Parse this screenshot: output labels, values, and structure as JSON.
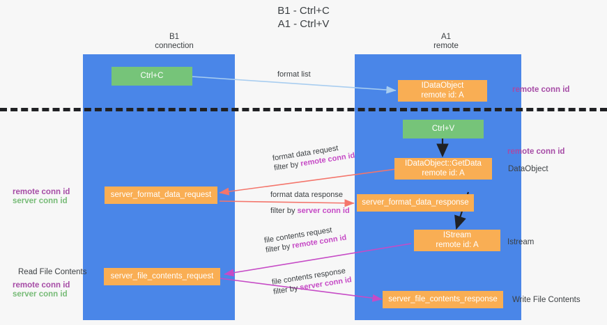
{
  "title": "B1 - Ctrl+C\nA1 - Ctrl+V",
  "columns": [
    {
      "name": "b1",
      "label": "B1\nconnection"
    },
    {
      "name": "a1",
      "label": "A1\nremote"
    }
  ],
  "nodes": {
    "ctrl_c": {
      "line1": "Ctrl+C",
      "line2": "",
      "color": "#76c479"
    },
    "idataobject": {
      "line1": "IDataObject",
      "line2": "remote id: A",
      "color": "#f9ae54"
    },
    "ctrl_v": {
      "line1": "Ctrl+V",
      "line2": "",
      "color": "#76c479"
    },
    "idataobject_getdata": {
      "line1": "IDataObject::GetData",
      "line2": "remote id: A",
      "color": "#f9ae54"
    },
    "server_format_data_request": {
      "line1": "server_format_data_request",
      "line2": "",
      "color": "#f9ae54"
    },
    "server_format_data_response": {
      "line1": "server_format_data_response",
      "line2": "",
      "color": "#f9ae54"
    },
    "istream": {
      "line1": "IStream",
      "line2": "remote id: A",
      "color": "#f9ae54"
    },
    "server_file_contents_request": {
      "line1": "server_file_contents_request",
      "line2": "",
      "color": "#f9ae54"
    },
    "server_file_contents_response": {
      "line1": "server_file_contents_response",
      "line2": "",
      "color": "#f9ae54"
    }
  },
  "edge_labels": {
    "format_list": {
      "line1": "format list",
      "line2_prefix": "",
      "line2_hl": ""
    },
    "format_data_request": {
      "line1": "format data request",
      "line2_prefix": "filter by ",
      "line2_hl": "remote conn id"
    },
    "format_data_response": {
      "line1": "format data response",
      "line2_prefix": "filter by ",
      "line2_hl": "server conn id"
    },
    "file_contents_request": {
      "line1": "file contents request",
      "line2_prefix": "filter by ",
      "line2_hl": "remote conn id"
    },
    "file_contents_response": {
      "line1": "file contents response",
      "line2_prefix": "filter by ",
      "line2_hl": "server conn id"
    }
  },
  "annotations": {
    "right_remote_conn_id_top": "remote conn id",
    "right_remote_conn_id_mid": "remote conn id",
    "right_dataobject": "DataObject",
    "right_istream": "Istream",
    "right_write_file_contents": "Write File Contents",
    "left_remote_conn_id_mid": "remote conn id",
    "left_server_conn_id_mid": "server conn id",
    "left_read_file_contents": "Read File Contents",
    "left_remote_conn_id_bottom": "remote conn id",
    "left_server_conn_id_bottom": "server conn id"
  },
  "colors": {
    "lane": "#4a86e8",
    "green_node": "#76c479",
    "orange_node": "#f9ae54",
    "purple": "#a64ca6",
    "green_text": "#77bb77",
    "arrow_blue": "#a8cdf0",
    "arrow_red": "#f4756b",
    "arrow_magenta": "#c64bc6",
    "arrow_black": "#202124",
    "background": "#f7f7f7"
  }
}
